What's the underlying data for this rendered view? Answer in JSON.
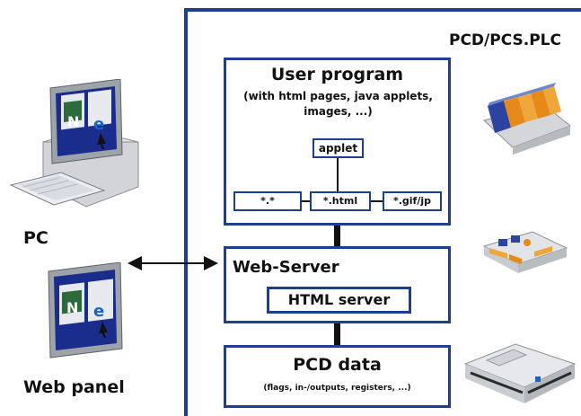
{
  "plc": {
    "title": "PCD/PCS.PLC"
  },
  "user_program": {
    "title": "User program",
    "subtitle": "(with html pages, java applets, images, ...)",
    "applet": "applet",
    "files": [
      "*.*",
      "*.html",
      "*.gif/jp"
    ]
  },
  "web_server": {
    "title": "Web-Server",
    "html_server": "HTML server"
  },
  "pcd_data": {
    "title": "PCD data",
    "subtitle": "(flags, in-/outputs, registers, ...)"
  },
  "clients": {
    "pc": "PC",
    "web_panel": "Web panel"
  },
  "colors": {
    "frame": "#1d3f8f",
    "connector": "#111111"
  }
}
